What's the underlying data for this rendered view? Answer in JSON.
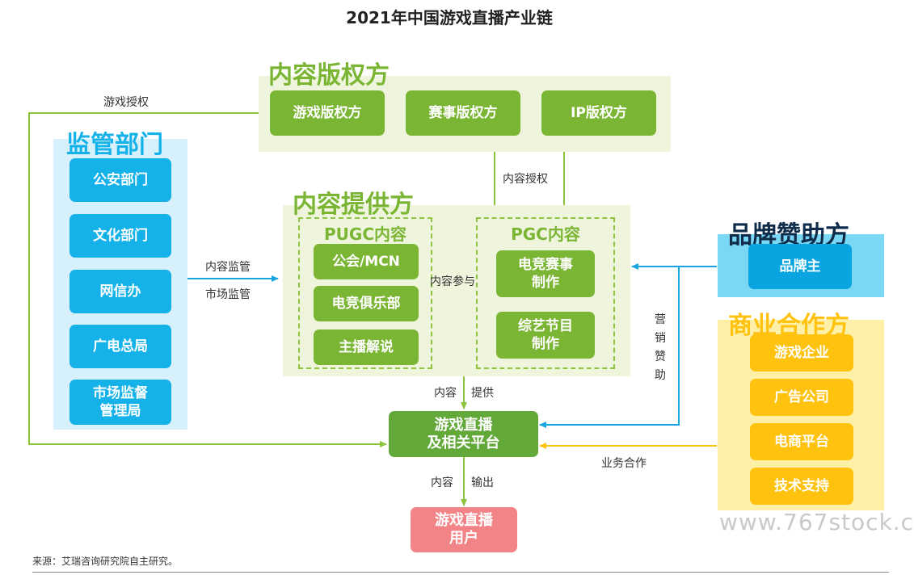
{
  "title": "2021年中国游戏直播产业链",
  "copyright": {
    "title": "内容版权方",
    "game": "游戏版权方",
    "event": "赛事版权方",
    "ip": "IP版权方"
  },
  "regulators": {
    "title": "监管部门",
    "items": [
      "公安部门",
      "文化部门",
      "网信办",
      "广电总局",
      "市场监督\n管理局"
    ]
  },
  "provider": {
    "title": "内容提供方",
    "pugc_title": "PUGC内容",
    "pugc_items": [
      "公会/MCN",
      "电竞俱乐部",
      "主播解说"
    ],
    "pgc_title": "PGC内容",
    "pgc_items": [
      "电竞赛事\n制作",
      "综艺节目\n制作"
    ]
  },
  "sponsor": {
    "title": "品牌赞助方",
    "item": "品牌主"
  },
  "commerce": {
    "title": "商业合作方",
    "items": [
      "游戏企业",
      "广告公司",
      "电商平台",
      "技术支持"
    ]
  },
  "platform": "游戏直播\n及相关平台",
  "users": "游戏直播\n用户",
  "labels": {
    "game_license": "游戏授权",
    "content_license": "内容授权",
    "content_supervision": "内容监管",
    "market_supervision": "市场监管",
    "content_participation": "内容参与",
    "content_supply_a": "内容",
    "content_supply_b": "提供",
    "marketing": "营\n销\n赞\n助",
    "business": "业务合作",
    "output_a": "内容",
    "output_b": "输出"
  },
  "source": "来源：艾瑞咨询研究院自主研究。",
  "watermark": "www.767stock.c",
  "colors": {
    "green": "#7bb534",
    "blue": "#15b2ea",
    "yellow": "#ffc20f",
    "platform": "#63a93a",
    "users": "#f28488",
    "pale_green": "#eef5dc",
    "pale_blue": "#d6f1fb",
    "pale_yellow": "#fff0a8"
  }
}
